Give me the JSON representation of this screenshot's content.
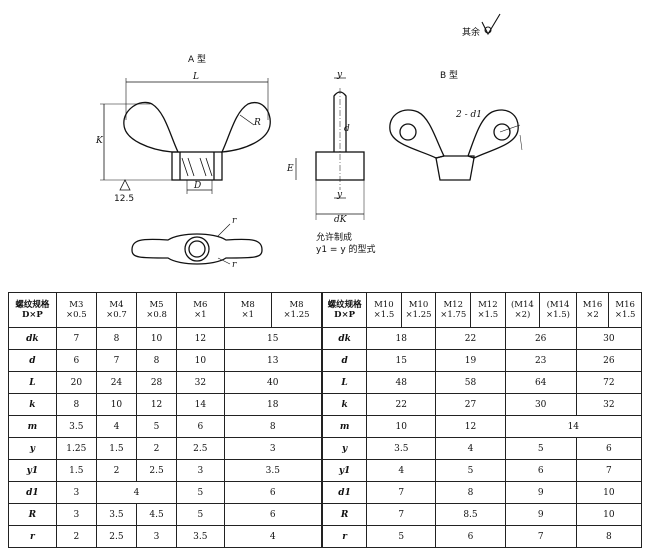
{
  "header": {
    "surface_note": "其余"
  },
  "drawing": {
    "type_a_label": "A 型",
    "type_b_label": "B 型",
    "dim_L": "L",
    "dim_R": "R",
    "dim_K": "K",
    "dim_D": "D",
    "dim_roughness": "12.5",
    "dim_y_top": "y",
    "dim_d": "d",
    "dim_y_bottom": "y",
    "dim_dk": "dK",
    "dim_E": "E",
    "dim_2d1": "2 - d1",
    "dim_r_upper": "r",
    "dim_r_lower": "r",
    "note_line1": "允许制成",
    "note_line2": "y1 = y 的型式"
  },
  "table_left": {
    "spec_header": "螺纹规格\nD×P",
    "columns": [
      "M3\n×0.5",
      "M4\n×0.7",
      "M5\n×0.8",
      "M6\n×1",
      "M8\n×1",
      "M8\n×1.25"
    ],
    "rows": [
      {
        "label": "dk",
        "cells": [
          "7",
          "8",
          "10",
          "12",
          "15"
        ]
      },
      {
        "label": "d",
        "cells": [
          "6",
          "7",
          "8",
          "10",
          "13"
        ]
      },
      {
        "label": "L",
        "cells": [
          "20",
          "24",
          "28",
          "32",
          "40"
        ]
      },
      {
        "label": "k",
        "cells": [
          "8",
          "10",
          "12",
          "14",
          "18"
        ]
      },
      {
        "label": "m",
        "cells": [
          "3.5",
          "4",
          "5",
          "6",
          "8"
        ]
      },
      {
        "label": "y",
        "cells": [
          "1.25",
          "1.5",
          "2",
          "2.5",
          "3"
        ]
      },
      {
        "label": "y1",
        "cells": [
          "1.5",
          "2",
          "2.5",
          "3",
          "3.5"
        ]
      },
      {
        "label": "d1",
        "cells": [
          "3",
          "4",
          "5",
          "6"
        ]
      },
      {
        "label": "R",
        "cells": [
          "3",
          "3.5",
          "4.5",
          "5",
          "6"
        ]
      },
      {
        "label": "r",
        "cells": [
          "2",
          "2.5",
          "3",
          "3.5",
          "4"
        ]
      }
    ]
  },
  "table_right": {
    "spec_header": "螺纹规格\nD×P",
    "columns": [
      "M10\n×1.5",
      "M10\n×1.25",
      "M12\n×1.75",
      "M12\n×1.5",
      "(M14\n×2)",
      "(M14\n×1.5)",
      "M16\n×2",
      "M16\n×1.5"
    ],
    "rows": [
      {
        "label": "dk",
        "cells": [
          "18",
          "22",
          "26",
          "30"
        ]
      },
      {
        "label": "d",
        "cells": [
          "15",
          "19",
          "23",
          "26"
        ]
      },
      {
        "label": "L",
        "cells": [
          "48",
          "58",
          "64",
          "72"
        ]
      },
      {
        "label": "k",
        "cells": [
          "22",
          "27",
          "30",
          "32"
        ]
      },
      {
        "label": "m",
        "cells": [
          "10",
          "12",
          "14"
        ]
      },
      {
        "label": "y",
        "cells": [
          "3.5",
          "4",
          "5",
          "6"
        ]
      },
      {
        "label": "y1",
        "cells": [
          "4",
          "5",
          "6",
          "7"
        ]
      },
      {
        "label": "d1",
        "cells": [
          "7",
          "8",
          "9",
          "10"
        ]
      },
      {
        "label": "R",
        "cells": [
          "7",
          "8.5",
          "9",
          "10"
        ]
      },
      {
        "label": "r",
        "cells": [
          "5",
          "6",
          "7",
          "8"
        ]
      }
    ]
  }
}
